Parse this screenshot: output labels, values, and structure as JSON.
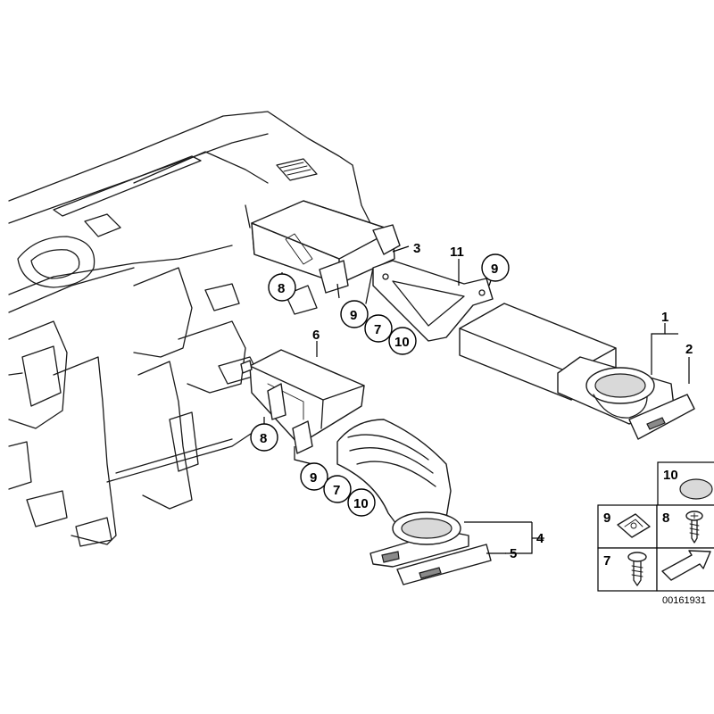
{
  "callouts": {
    "c1": "1",
    "c2": "2",
    "c3": "3",
    "c4": "4",
    "c5": "5",
    "c6": "6",
    "c8a": "8",
    "c9a": "9",
    "c7a": "7",
    "c10a": "10",
    "c11": "11",
    "c9b": "9",
    "c8b": "8",
    "c9c": "9",
    "c7b": "7",
    "c10b": "10"
  },
  "legend": {
    "n10": "10",
    "n9": "9",
    "n8": "8",
    "n7": "7"
  },
  "reference": "00161931"
}
